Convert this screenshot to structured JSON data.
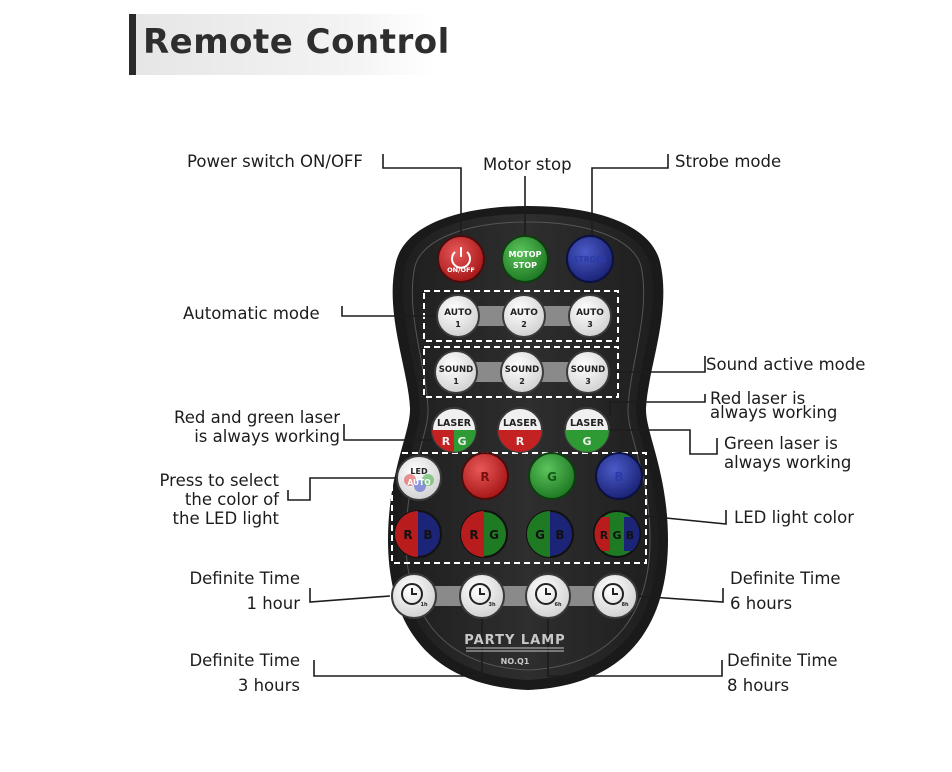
{
  "title": "Remote Control",
  "labels": {
    "power": "Power switch ON/OFF",
    "motor": "Motor stop",
    "strobe": "Strobe mode",
    "auto": "Automatic mode",
    "sound": "Sound active mode",
    "red_laser_1": "Red  laser is",
    "red_laser_2": "always working",
    "rg_laser_1": "Red and green laser",
    "rg_laser_2": "is always working",
    "green_laser_1": "Green laser is",
    "green_laser_2": "always working",
    "press_1": "Press to select",
    "press_2": "the color of",
    "press_3": "the LED light",
    "led_color": "LED light color",
    "t1_1": "Definite Time",
    "t1_2": "1 hour",
    "t6_1": "Definite Time",
    "t6_2": "6 hours",
    "t3_1": "Definite Time",
    "t3_2": "3 hours",
    "t8_1": "Definite Time",
    "t8_2": "8 hours"
  },
  "remote": {
    "onoff": "ON/OFF",
    "motop_1": "MOTOP",
    "motop_2": "STOP",
    "strobe": "STROBE",
    "auto": "AUTO",
    "auto_1": "1",
    "auto_2": "2",
    "auto_3": "3",
    "sound": "SOUND",
    "sound_1": "1",
    "sound_2": "2",
    "sound_3": "3",
    "laser": "LASER",
    "laser_r": "R",
    "laser_g": "G",
    "led_1": "LED",
    "led_2": "AUTO",
    "r": "R",
    "g": "G",
    "b": "B",
    "t1": "1h",
    "t3": "3h",
    "t6": "6h",
    "t8": "8h",
    "brand": "PARTY LAMP",
    "model": "NO.Q1"
  }
}
